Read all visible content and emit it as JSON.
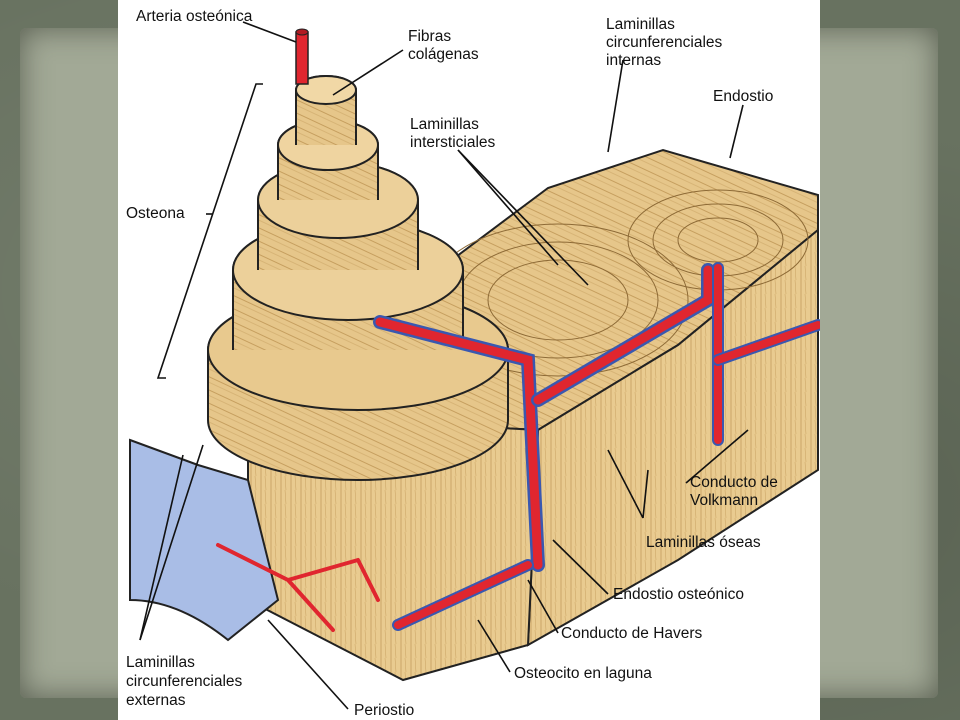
{
  "figure": {
    "labels": {
      "arteria_osteonica": "Arteria osteónica",
      "fibras_colagenas_1": "Fibras",
      "fibras_colagenas_2": "colágenas",
      "laminillas_circ_internas_1": "Laminillas",
      "laminillas_circ_internas_2": "circunferenciales",
      "laminillas_circ_internas_3": "internas",
      "endostio": "Endostio",
      "laminillas_intersticiales_1": "Laminillas",
      "laminillas_intersticiales_2": "intersticiales",
      "osteona": "Osteona",
      "conducto_volkmann_1": "Conducto de",
      "conducto_volkmann_2": "Volkmann",
      "laminillas_oseas": "Laminillas óseas",
      "endostio_osteonico": "Endostio osteónico",
      "conducto_havers": "Conducto de Havers",
      "osteocito_laguna": "Osteocito en laguna",
      "laminillas_circ_externas_1": "Laminillas",
      "laminillas_circ_externas_2": "circunferenciales",
      "laminillas_circ_externas_3": "externas",
      "periostio": "Periostio"
    },
    "colors": {
      "bone": "#e8c98e",
      "bone_dark": "#d2ac6a",
      "artery": "#e0262f",
      "vein": "#3a58b0",
      "periosteum": "#a9bde6"
    }
  }
}
